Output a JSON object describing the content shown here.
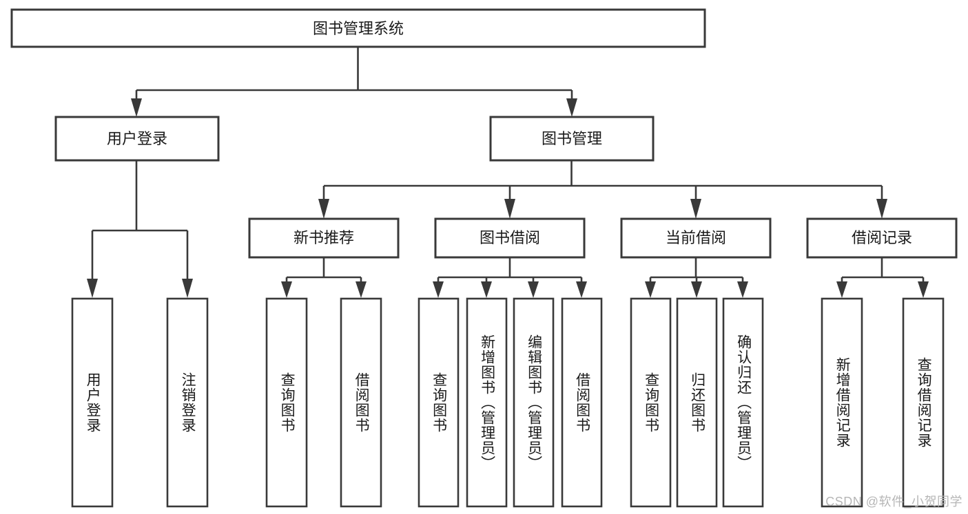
{
  "diagram": {
    "title": "图书管理系统",
    "type": "tree-hierarchy",
    "root": {
      "label": "图书管理系统"
    },
    "level2": [
      {
        "label": "用户登录"
      },
      {
        "label": "图书管理"
      }
    ],
    "level3": [
      {
        "label": "新书推荐"
      },
      {
        "label": "图书借阅"
      },
      {
        "label": "当前借阅"
      },
      {
        "label": "借阅记录"
      }
    ],
    "leaves": {
      "user_login": [
        {
          "label": "用户登录"
        },
        {
          "label": "注销登录"
        }
      ],
      "new_book_recommend": [
        {
          "label": "查询图书"
        },
        {
          "label": "借阅图书"
        }
      ],
      "book_borrow": [
        {
          "label": "查询图书"
        },
        {
          "label": "新增图书（管理员）"
        },
        {
          "label": "编辑图书（管理员）"
        },
        {
          "label": "借阅图书"
        }
      ],
      "current_borrow": [
        {
          "label": "查询图书"
        },
        {
          "label": "归还图书"
        },
        {
          "label": "确认归还（管理员）"
        }
      ],
      "borrow_records": [
        {
          "label": "新增借阅记录"
        },
        {
          "label": "查询借阅记录"
        }
      ]
    }
  },
  "watermark": {
    "text": "CSDN @软件_小贺同学"
  },
  "colors": {
    "stroke": "#393939",
    "box_fill": "#ffffff",
    "text": "#1a1a1a",
    "watermark": "#b6b6b6",
    "background": "#ffffff"
  }
}
